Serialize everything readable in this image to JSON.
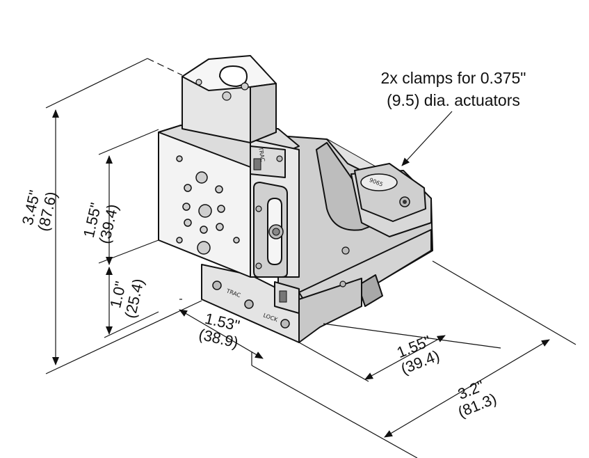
{
  "callout": {
    "line1": "2x clamps for 0.375\"",
    "line2": "(9.5) dia. actuators"
  },
  "dimensions": {
    "overall_height": {
      "in": "3.45\"",
      "mm": "(87.6)"
    },
    "upper_height": {
      "in": "1.55\"",
      "mm": "(39.4)"
    },
    "base_height": {
      "in": "1.0\"",
      "mm": "(25.4)"
    },
    "front_width": {
      "in": "1.53\"",
      "mm": "(38.9)"
    },
    "depth_partial": {
      "in": "1.55\"",
      "mm": "(39.4)"
    },
    "depth_overall": {
      "in": "3.2\"",
      "mm": "(81.3)"
    }
  },
  "part_labels": {
    "trac": "TRAC",
    "lock": "LOCK",
    "plate_number": "9065"
  }
}
